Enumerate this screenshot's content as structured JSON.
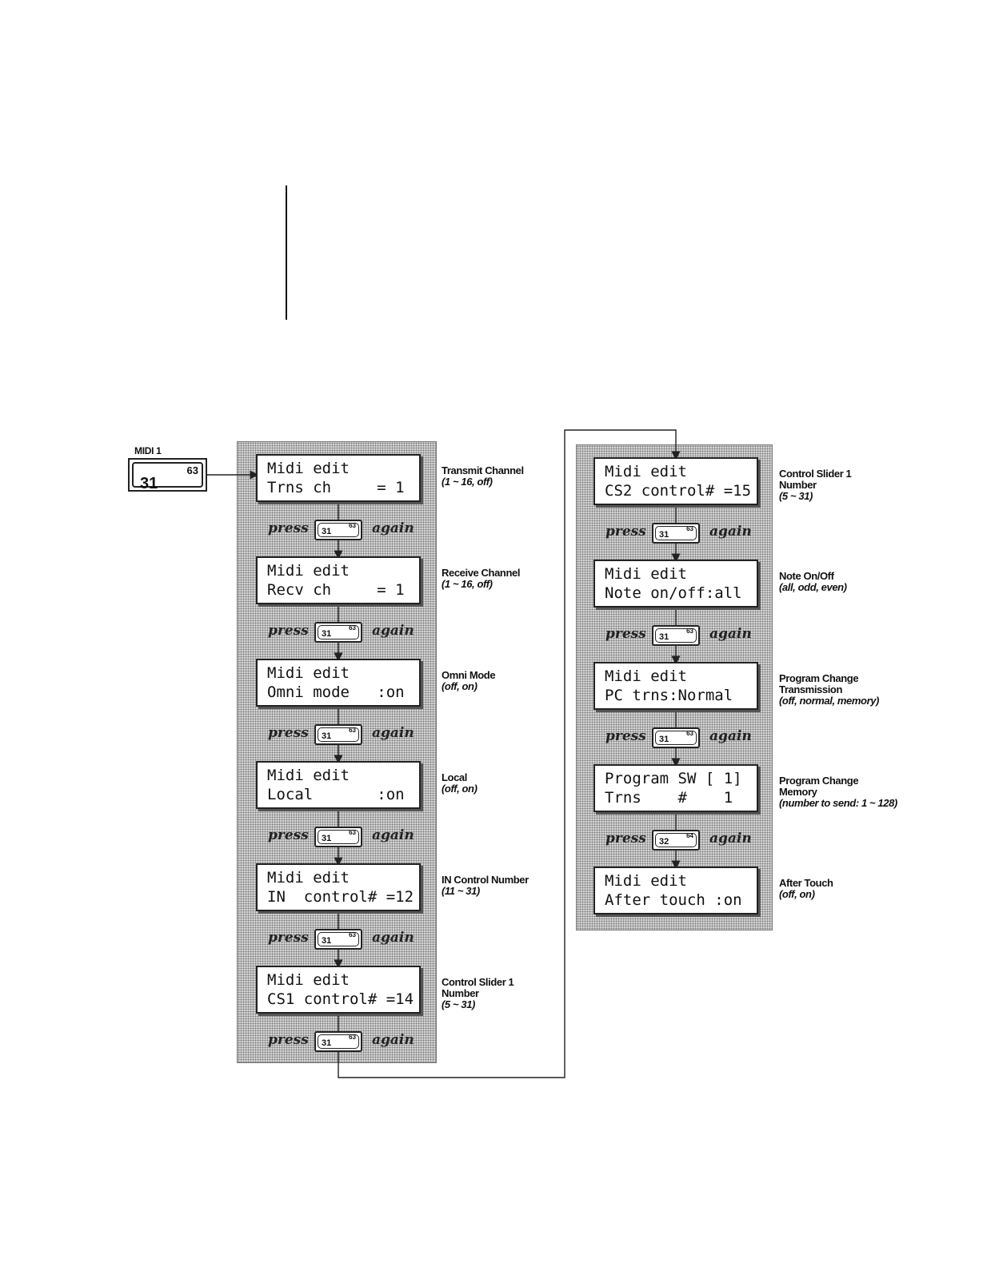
{
  "midi_button": {
    "label": "MIDI 1",
    "number": "31",
    "small_number": "63"
  },
  "press_word": "press",
  "again_word": "again",
  "left_column": [
    {
      "line1": "Midi edit",
      "line2": "Trns ch     = 1",
      "desc_title": [
        "Transmit Channel"
      ],
      "desc_range": [
        "(1 ~ 16, off)"
      ],
      "btn_num": "31",
      "btn_small": "63"
    },
    {
      "line1": "Midi edit",
      "line2": "Recv ch     = 1",
      "desc_title": [
        "Receive Channel"
      ],
      "desc_range": [
        "(1 ~ 16, off)"
      ],
      "btn_num": "31",
      "btn_small": "63"
    },
    {
      "line1": "Midi edit",
      "line2": "Omni mode   :on",
      "desc_title": [
        "Omni Mode"
      ],
      "desc_range": [
        "(off, on)"
      ],
      "btn_num": "31",
      "btn_small": "63"
    },
    {
      "line1": "Midi edit",
      "line2": "Local       :on",
      "desc_title": [
        "Local"
      ],
      "desc_range": [
        "(off, on)"
      ],
      "btn_num": "31",
      "btn_small": "63"
    },
    {
      "line1": "Midi edit",
      "line2": "IN  control# =12",
      "desc_title": [
        "IN Control Number"
      ],
      "desc_range": [
        "(11 ~ 31)"
      ],
      "btn_num": "31",
      "btn_small": "63"
    },
    {
      "line1": "Midi edit",
      "line2": "CS1 control# =14",
      "desc_title": [
        "Control Slider 1",
        "Number"
      ],
      "desc_range": [
        "(5 ~ 31)"
      ],
      "btn_num": "31",
      "btn_small": "63"
    }
  ],
  "right_column": [
    {
      "line1": "Midi edit",
      "line2": "CS2 control# =15",
      "desc_title": [
        "Control Slider 1",
        "Number"
      ],
      "desc_range": [
        "(5 ~ 31)"
      ],
      "btn_num": "31",
      "btn_small": "63"
    },
    {
      "line1": "Midi edit",
      "line2": "Note on/off:all",
      "desc_title": [
        "Note On/Off"
      ],
      "desc_range": [
        "(all, odd, even)"
      ],
      "btn_num": "31",
      "btn_small": "63"
    },
    {
      "line1": "Midi edit",
      "line2": "PC trns:Normal",
      "desc_title": [
        "Program Change",
        "Transmission"
      ],
      "desc_range": [
        "(off, normal, memory)"
      ],
      "btn_num": "31",
      "btn_small": "63"
    },
    {
      "line1": "Program SW [ 1]",
      "line2": "Trns    #    1",
      "desc_title": [
        "Program Change",
        "Memory"
      ],
      "desc_range": [
        "(number to send: 1 ~ 128)"
      ],
      "btn_num": "32",
      "btn_small": "64"
    },
    {
      "line1": "Midi edit",
      "line2": "After touch :on",
      "desc_title": [
        "After Touch"
      ],
      "desc_range": [
        "(off, on)"
      ],
      "btn_num": null,
      "btn_small": null
    }
  ]
}
